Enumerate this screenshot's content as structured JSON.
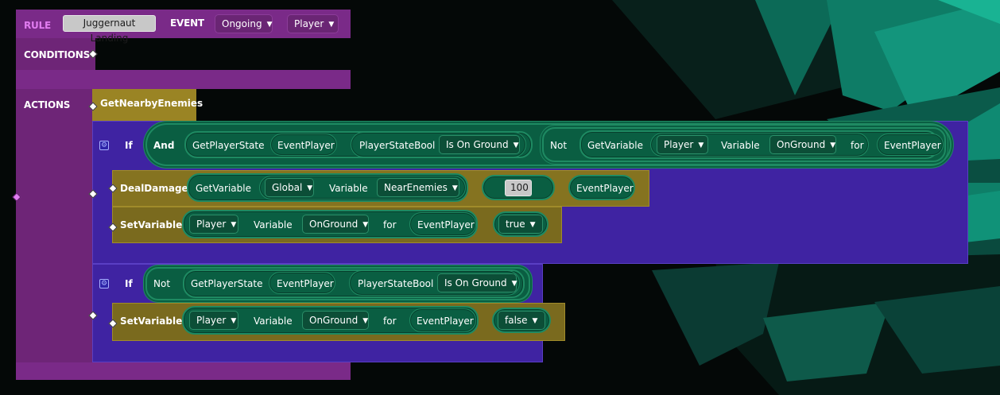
{
  "rule": {
    "label": "RULE",
    "name": "Juggernaut Landing",
    "event_label": "EVENT",
    "event_value": "Ongoing",
    "team_value": "Player",
    "conditions_label": "CONDITIONS",
    "actions_label": "ACTIONS"
  },
  "actions": {
    "get_nearby": "GetNearbyEnemies",
    "if1": {
      "if": "If",
      "and": "And",
      "get_player_state": "GetPlayerState",
      "event_player": "EventPlayer",
      "player_state_bool": "PlayerStateBool",
      "is_on_ground": "Is On Ground",
      "not": "Not",
      "get_variable": "GetVariable",
      "player": "Player",
      "variable": "Variable",
      "on_ground": "OnGround",
      "for": "for",
      "event_player2": "EventPlayer"
    },
    "deal_damage": {
      "label": "DealDamage",
      "get_variable": "GetVariable",
      "global": "Global",
      "variable": "Variable",
      "near_enemies": "NearEnemies",
      "amount": "100",
      "event_player": "EventPlayer"
    },
    "set_var1": {
      "label": "SetVariable",
      "player": "Player",
      "variable": "Variable",
      "on_ground": "OnGround",
      "for": "for",
      "event_player": "EventPlayer",
      "value": "true"
    },
    "if2": {
      "if": "If",
      "not": "Not",
      "get_player_state": "GetPlayerState",
      "event_player": "EventPlayer",
      "player_state_bool": "PlayerStateBool",
      "is_on_ground": "Is On Ground"
    },
    "set_var2": {
      "label": "SetVariable",
      "player": "Player",
      "variable": "Variable",
      "on_ground": "OnGround",
      "for": "for",
      "event_player": "EventPlayer",
      "value": "false"
    }
  },
  "colors": {
    "rule": "#6e2577",
    "if_block": "#3f23a2",
    "action_block": "#857320",
    "value_pill": "#0a5e42",
    "background_accent": "#11a589"
  },
  "icons": {
    "if_settings": "gear-icon",
    "connector": "diamond-connector-icon",
    "dropdown": "caret-down-icon"
  }
}
